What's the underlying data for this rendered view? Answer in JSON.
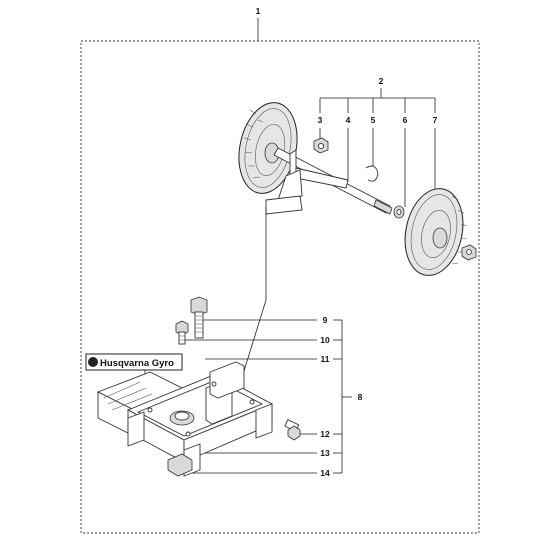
{
  "callouts": {
    "c1": "1",
    "c2": "2",
    "c3": "3",
    "c4": "4",
    "c5": "5",
    "c6": "6",
    "c7": "7",
    "c8": "8",
    "c9": "9",
    "c10": "10",
    "c11": "11",
    "c12": "12",
    "c13": "13",
    "c14": "14"
  },
  "logo": {
    "text": "Husqvarna Gyro"
  },
  "colors": {
    "line": "#222222",
    "frame_dash": "#333333",
    "part_fill": "#ffffff",
    "shade_fill": "#d9d9d9"
  }
}
